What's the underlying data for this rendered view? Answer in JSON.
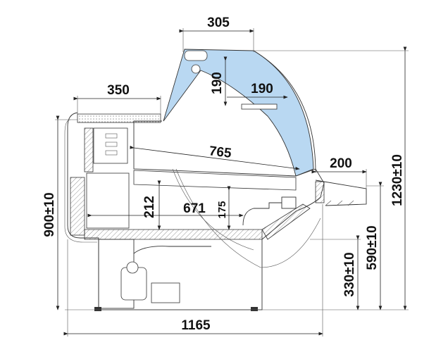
{
  "dimensions": {
    "top_width": "305",
    "counter_width": "350",
    "lamp_drop": "190",
    "glass_reach": "190",
    "diagonal": "765",
    "front_shelf": "200",
    "inner_depth": "671",
    "well_depth": "212",
    "base_offset": "175",
    "total_height": "1230±10",
    "counter_height": "900±10",
    "shelf_height": "590±10",
    "base_height": "330±10",
    "total_width": "1165"
  },
  "colors": {
    "glass": "#b9d8f2",
    "line": "#333333",
    "hatch": "#555555"
  }
}
